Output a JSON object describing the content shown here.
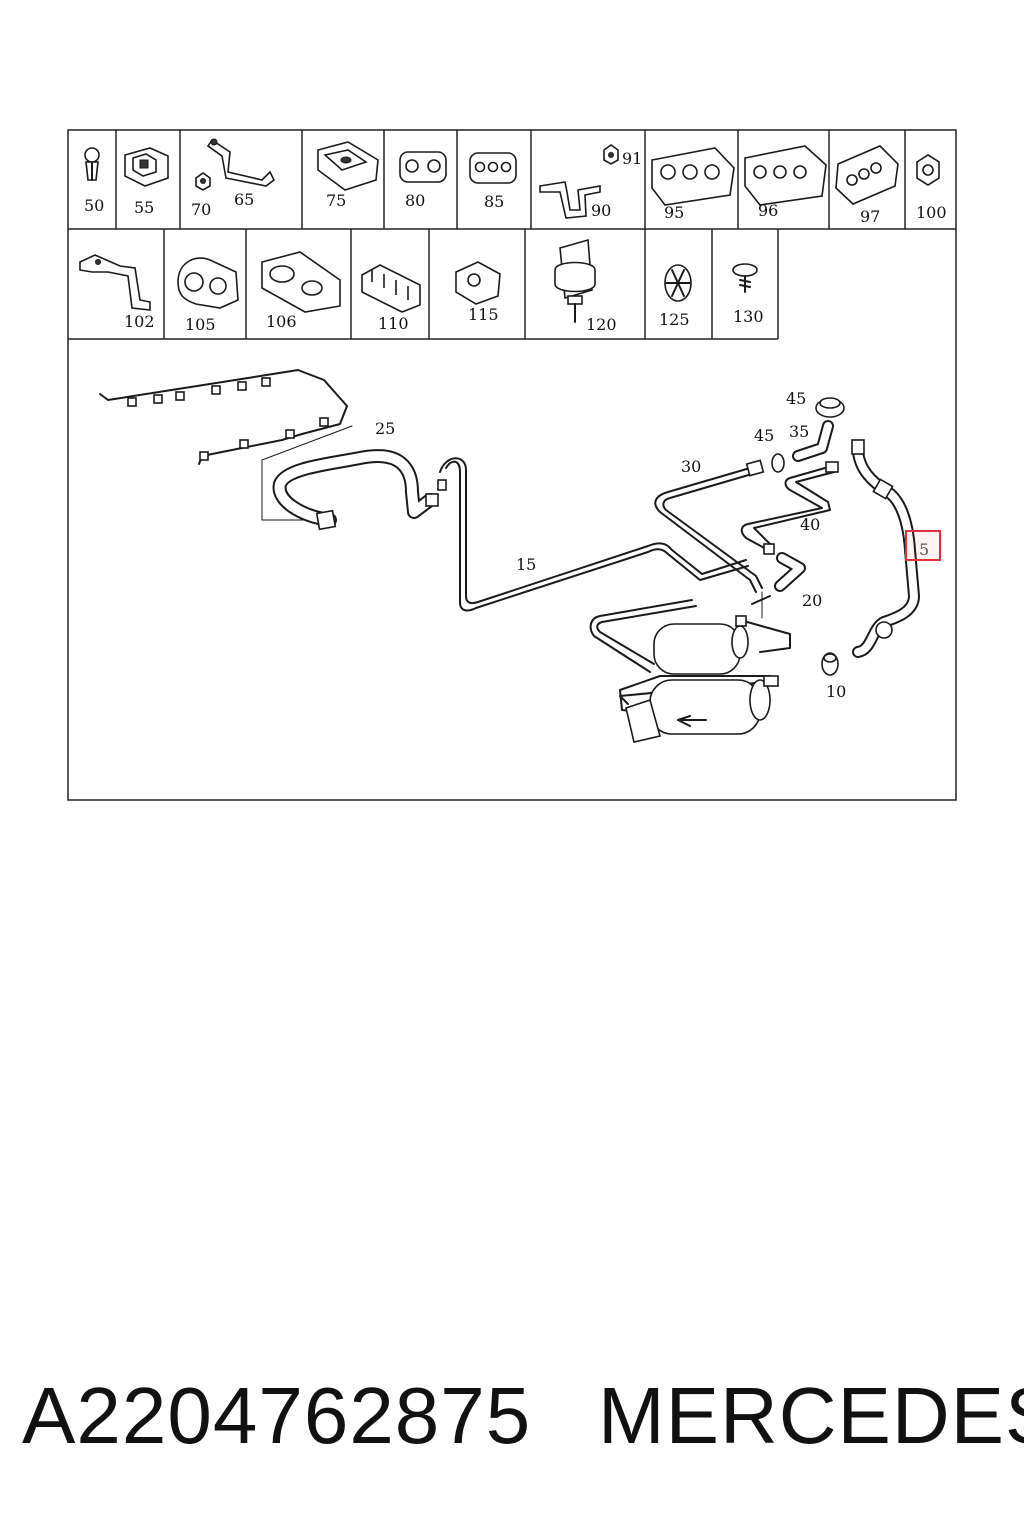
{
  "diagram": {
    "catalog_parts_row1": [
      "50",
      "55",
      "70",
      "65",
      "75",
      "80",
      "85",
      "91",
      "90",
      "95",
      "96",
      "97",
      "100"
    ],
    "catalog_parts_row2": [
      "102",
      "105",
      "106",
      "110",
      "115",
      "120",
      "125",
      "130"
    ],
    "callouts": {
      "p5": "5",
      "p10": "10",
      "p15": "15",
      "p20": "20",
      "p25": "25",
      "p30": "30",
      "p35": "35",
      "p40": "40",
      "p45a": "45",
      "p45b": "45"
    },
    "highlighted_part": "5",
    "highlight_color": "#e0303a"
  },
  "footer": {
    "part_number": "A2204762875",
    "brand": "MERCEDES"
  }
}
